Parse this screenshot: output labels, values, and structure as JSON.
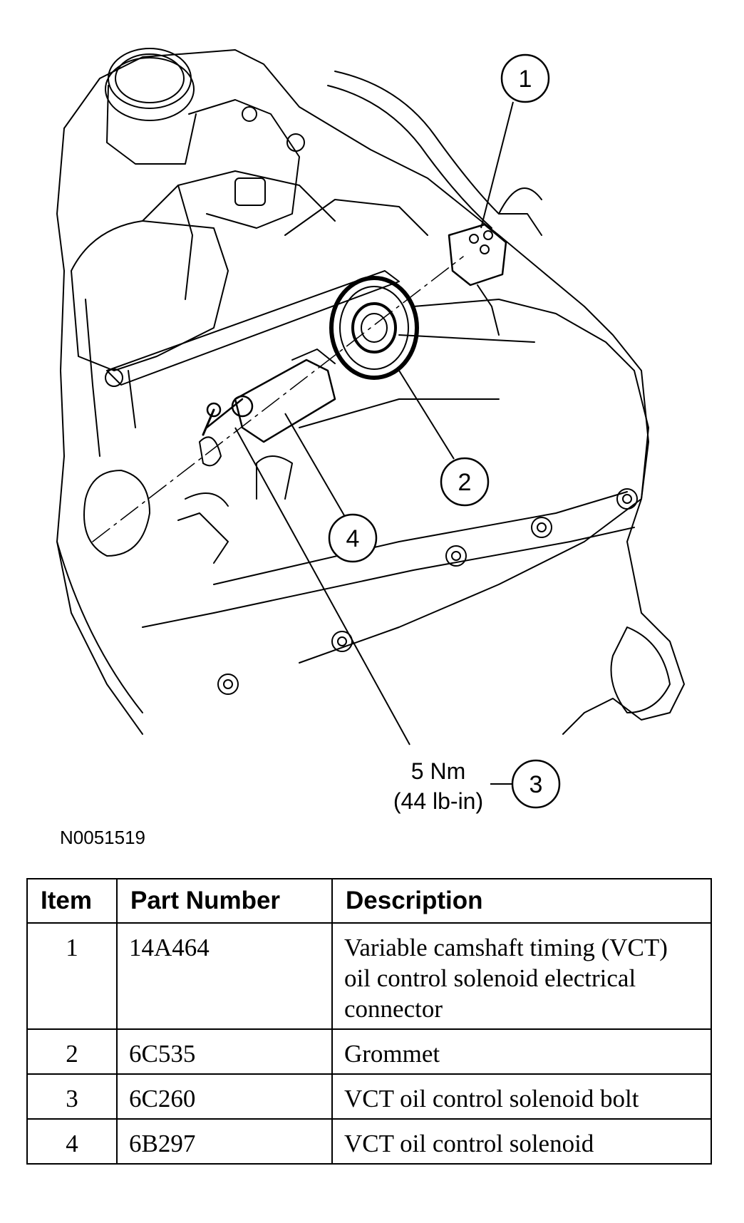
{
  "diagram": {
    "callouts": [
      "1",
      "2",
      "3",
      "4"
    ],
    "torque_line1": "5 Nm",
    "torque_line2": "(44 lb-in)"
  },
  "figure_id": "N0051519",
  "table": {
    "headers": [
      "Item",
      "Part Number",
      "Description"
    ],
    "rows": [
      {
        "item": "1",
        "part": "14A464",
        "desc": "Variable camshaft timing (VCT) oil control solenoid electrical connector"
      },
      {
        "item": "2",
        "part": "6C535",
        "desc": "Grommet"
      },
      {
        "item": "3",
        "part": "6C260",
        "desc": "VCT oil control solenoid bolt"
      },
      {
        "item": "4",
        "part": "6B297",
        "desc": "VCT oil control solenoid"
      }
    ]
  }
}
